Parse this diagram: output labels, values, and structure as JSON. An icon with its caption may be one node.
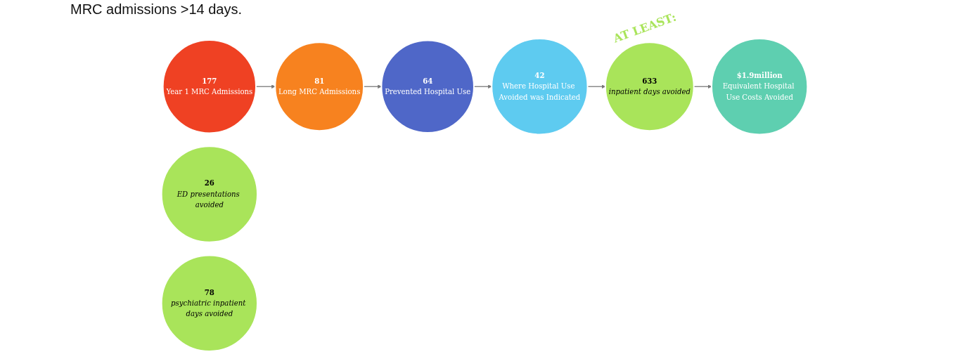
{
  "diagram": {
    "nodes": [
      {
        "text": [
          "177",
          "Year 1 MRC Admissions"
        ]
      },
      {
        "text": [
          "81",
          "Long MRC Admissions"
        ]
      },
      {
        "text": [
          "64",
          "Prevented Hospital Use"
        ]
      },
      {
        "text": [
          "42",
          "Where Hospital Use Avoided was Indicated"
        ]
      },
      {
        "text": [
          "26",
          "ED presentations avoided"
        ]
      },
      {
        "text": [
          "633",
          "inpatient days avoided"
        ]
      },
      {
        "text": [
          "78",
          "psychiatric inpatient days avoided"
        ]
      },
      {
        "text": [
          "$1.9million",
          "Equivalent Hospital Use Costs Avoided"
        ]
      }
    ],
    "edges": [
      {
        "from": 0,
        "to": 1,
        "arrow": "to"
      },
      {
        "from": 1,
        "to": 2,
        "arrow": "to"
      },
      {
        "from": 2,
        "to": 3,
        "arrow": "to"
      },
      {
        "from": 3,
        "to": 5,
        "arrow": "to"
      },
      {
        "from": 5,
        "to": 7,
        "arrow": "to"
      }
    ],
    "labels": [
      "MRC admissions >14 days.",
      "AT LEAST:"
    ]
  }
}
